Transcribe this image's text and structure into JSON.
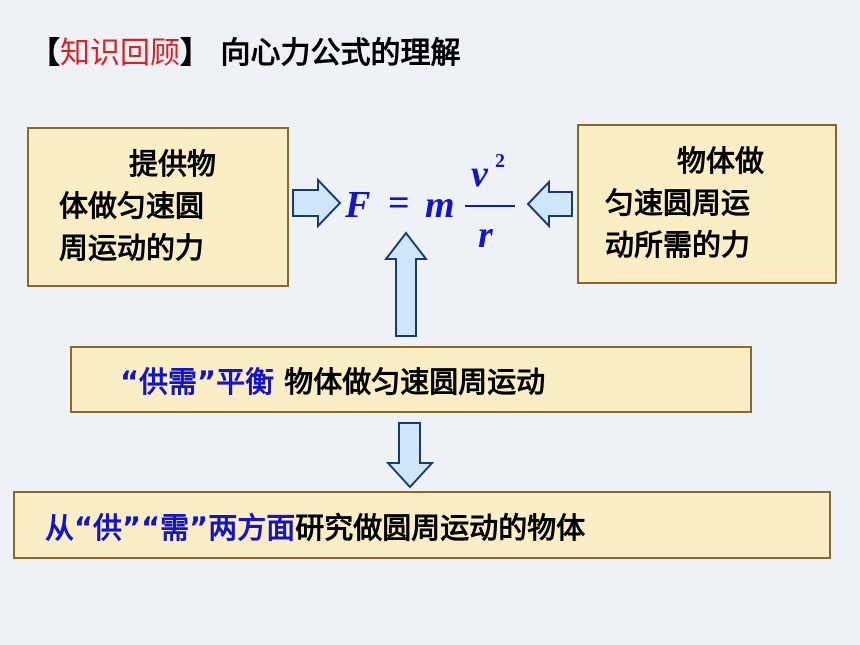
{
  "title": {
    "bracket_open": "【",
    "highlight": "知识回顾",
    "bracket_close": "】",
    "text": "向心力公式的理解"
  },
  "left_box": {
    "lines": [
      "提供物",
      "体做匀速圆",
      "周运动的力"
    ]
  },
  "right_box": {
    "lines": [
      "物体做",
      "匀速圆周运",
      "动所需的力"
    ]
  },
  "formula": {
    "F": "F",
    "equals": "=",
    "m": "m",
    "v": "v",
    "exp": "2",
    "r": "r"
  },
  "middle_box": {
    "blue_text": "“供需”平衡",
    "black_text": "物体做匀速圆周运动"
  },
  "bottom_box": {
    "blue_text": "从“供”“需”两方面",
    "black_text": "研究做圆周运动的物体"
  },
  "colors": {
    "highlight_red": "#e02020",
    "formula_blue": "#1414c8",
    "box_fill": "#fbeec4",
    "box_border": "#8a6a2a",
    "arrow_fill": "#cfe6fa",
    "arrow_stroke": "#1a3a6a",
    "background": "#eef2f7"
  }
}
